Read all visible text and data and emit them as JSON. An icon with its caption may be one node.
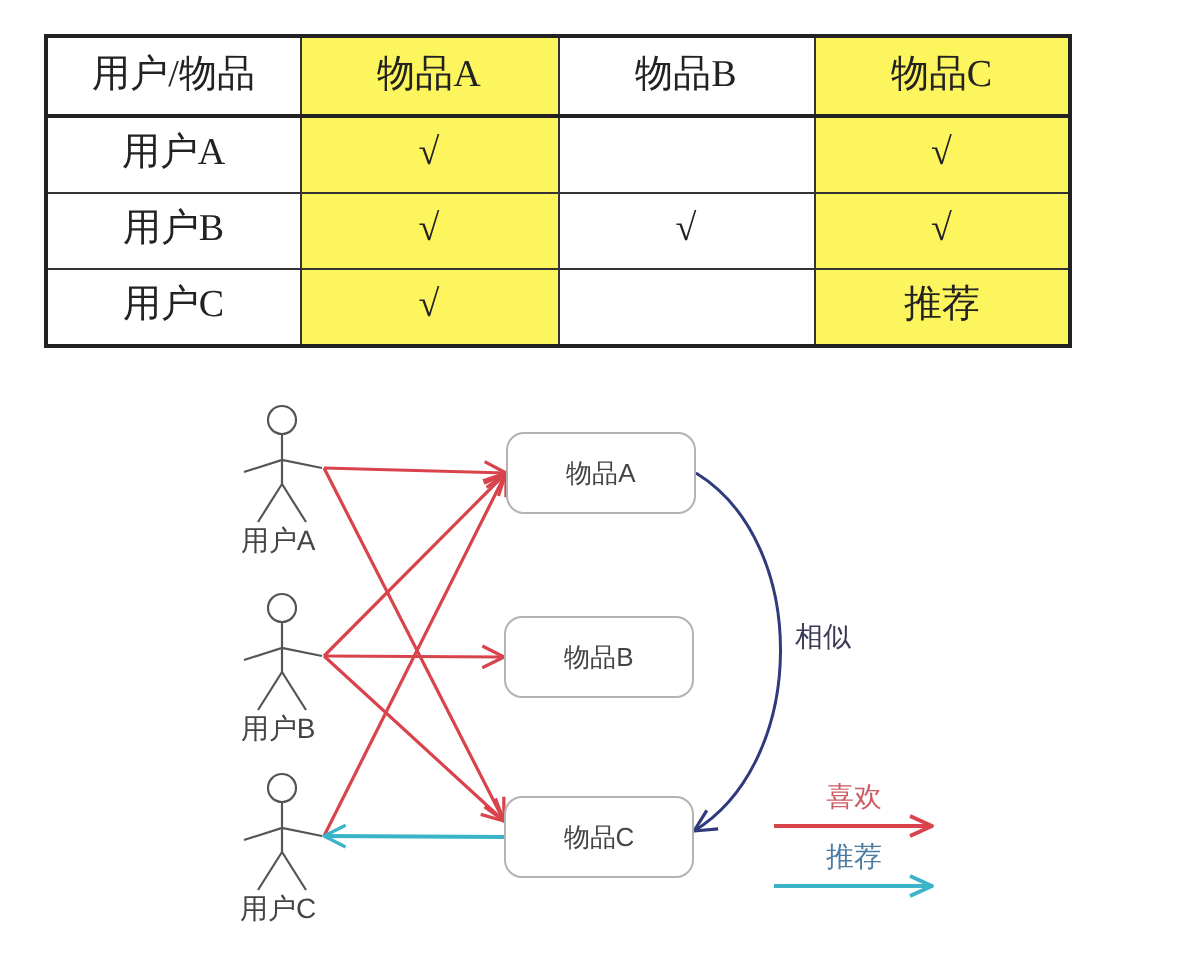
{
  "diagram": {
    "nodes": [
      {
        "text": [
          "用户A"
        ]
      },
      {
        "text": [
          "用户B"
        ]
      },
      {
        "text": [
          "用户C"
        ]
      },
      {
        "text": [
          "物品A"
        ]
      },
      {
        "text": [
          "物品B"
        ]
      },
      {
        "text": [
          "物品C"
        ]
      }
    ],
    "edges": [
      {
        "from": 0,
        "to": 3,
        "arrow": "to"
      },
      {
        "from": 0,
        "to": 5,
        "arrow": "to"
      },
      {
        "from": 1,
        "to": 3,
        "arrow": "to"
      },
      {
        "from": 1,
        "to": 4,
        "arrow": "to"
      },
      {
        "from": 1,
        "to": 5,
        "arrow": "to"
      },
      {
        "from": 2,
        "to": 3,
        "arrow": "to"
      },
      {
        "from": 3,
        "to": 5,
        "arrow": "to",
        "label": "相似",
        "color": "#2f3b7a"
      },
      {
        "from": 5,
        "to": 2,
        "arrow": "to",
        "color": "#3bb4c9"
      }
    ],
    "labels": [
      "用户/物品",
      "物品A",
      "物品B",
      "物品C",
      "用户A",
      "√",
      "√",
      "用户B",
      "√",
      "√",
      "√",
      "用户C",
      "√",
      "推荐"
    ],
    "legend": [
      {
        "text": "喜欢"
      },
      {
        "text": "推荐"
      }
    ]
  }
}
